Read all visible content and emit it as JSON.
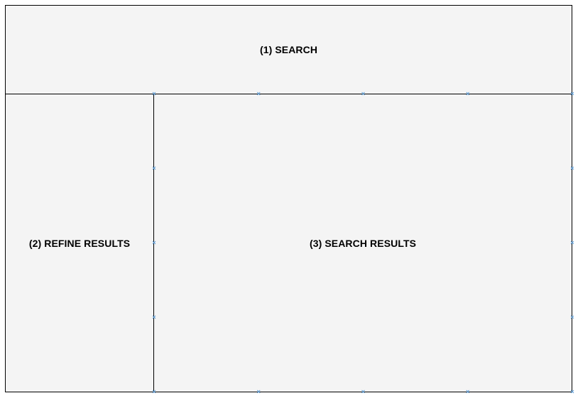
{
  "regions": {
    "search": {
      "label": "(1) SEARCH"
    },
    "refine_results": {
      "label": "(2) REFINE RESULTS"
    },
    "search_results": {
      "label": "(3) SEARCH RESULTS"
    }
  },
  "colors": {
    "panel_fill": "#f4f4f4",
    "border": "#000000",
    "selection_handle": "#5b9bd5"
  }
}
